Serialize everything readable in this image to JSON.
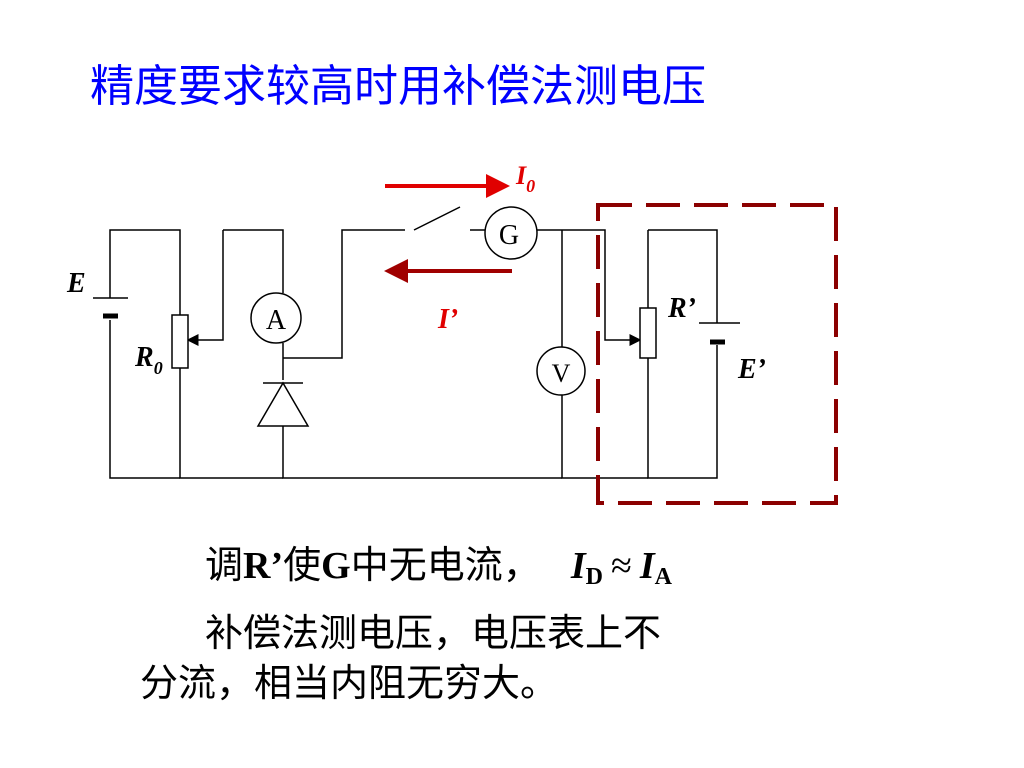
{
  "title": "精度要求较高时用补偿法测电压",
  "diagram": {
    "labels": {
      "I0_main": "I",
      "I0_sub": "0",
      "I_prime": "I’",
      "E": "E",
      "R0_main": "R",
      "R0_sub": "0",
      "R_prime": "R’",
      "E_prime": "E’"
    },
    "meters": {
      "galvanometer": "G",
      "ammeter": "A",
      "voltmeter": "V"
    },
    "colors": {
      "wire": "#000000",
      "arrow_i0": "#e00000",
      "arrow_iprime": "#a00000",
      "label_red": "#e00000",
      "dashed_box": "#8b0000"
    }
  },
  "caption": {
    "line1": {
      "prefix": "调",
      "r_prime": "R’",
      "mid1": "使",
      "g": "G",
      "mid2": "中无电流，",
      "i1": "I",
      "sub1": "D",
      "approx": "≈",
      "i2": "I",
      "sub2": "A"
    },
    "line2": "补偿法测电压，电压表上不",
    "line3": "分流，相当内阻无穷大。"
  }
}
